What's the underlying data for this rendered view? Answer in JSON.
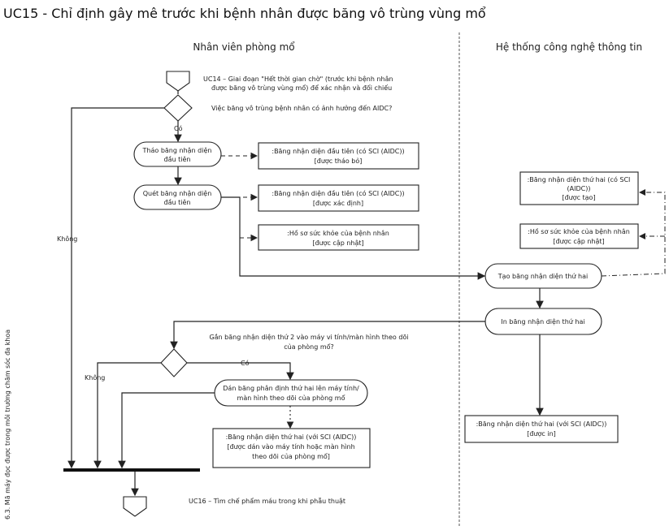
{
  "title": "UC15 - Chỉ định gây mê trước khi bệnh nhân được băng vô trùng vùng mổ",
  "side_label": "6.3. Mã máy đọc được trong môi trường chăm sóc đa khoa",
  "lanes": [
    "Nhân viên phòng mổ",
    "Hệ thống công nghệ thông tin"
  ],
  "start_ref": [
    "UC14 – Giai đoạn \"Hết thời gian chờ\" (trước khi bệnh nhân",
    "được băng vô trùng vùng mổ) để xác nhận và đối chiếu"
  ],
  "decision1": "Việc băng vô trùng bệnh nhân có ảnh hưởng đến AIDC?",
  "decision2": [
    "Gắn băng nhận diện thứ 2 vào máy vi tính/màn hình theo dõi",
    "của phòng mổ?"
  ],
  "guards": {
    "yes": "Có",
    "no": "Không"
  },
  "activities": {
    "remove": [
      "Tháo băng nhận diện",
      "đầu tiên"
    ],
    "scan": [
      "Quét băng nhận diện",
      "đầu tiên"
    ],
    "create": "Tạo băng nhận diện thứ hai",
    "print": "In băng nhận diện thứ hai",
    "attach": [
      "Dán băng phân định thứ hai lên máy tính/",
      "màn hình theo dõi của phòng mổ"
    ]
  },
  "objects": {
    "o1": [
      ":Băng nhận diện đầu tiên (có SCI (AIDC))",
      "[được tháo bỏ]"
    ],
    "o2": [
      ":Băng nhận diện đầu tiên (có SCI (AIDC))",
      "[được xác định]"
    ],
    "o3": [
      ":Hồ sơ sức khỏe của bệnh nhân",
      "[được cập nhật]"
    ],
    "o4": [
      ":Băng nhận diện thứ hai (có SCI",
      "(AIDC))",
      "[được tạo]"
    ],
    "o5": [
      ":Hồ sơ sức khỏe của bệnh nhân",
      "[được cập nhật]"
    ],
    "o6": [
      ":Băng nhận diện thứ hai (với SCI (AIDC))",
      "[được in]"
    ],
    "o7": [
      ":Băng nhận diện thứ hai (với SCI (AIDC))",
      "[được dán vào máy tính hoặc màn hình",
      "theo dõi của phòng mổ]"
    ]
  },
  "end_ref": "UC16 – Tìm chế phẩm máu trong khi phẫu thuật"
}
